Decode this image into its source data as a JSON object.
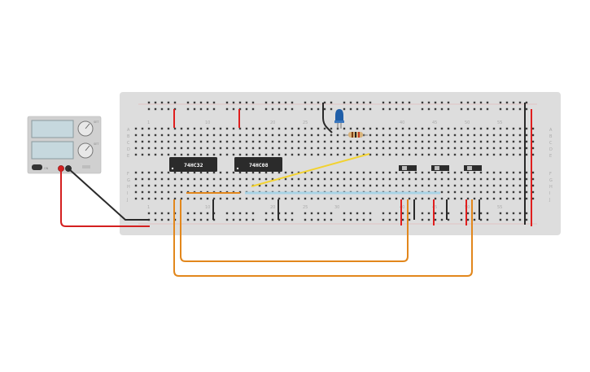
{
  "power_supply": {
    "on_label": "ON",
    "display_1": "",
    "display_2": "",
    "knob_1_label": "SET",
    "knob_2_label": "SET"
  },
  "breadboard": {
    "column_labels": [
      "1",
      "10",
      "20",
      "25",
      "30",
      "40",
      "45",
      "50",
      "55"
    ],
    "row_labels_top": [
      "A",
      "B",
      "C",
      "D",
      "E"
    ],
    "row_labels_bottom": [
      "F",
      "G",
      "H",
      "I",
      "J"
    ]
  },
  "chips": [
    {
      "label": "74HC32"
    },
    {
      "label": "74HC08"
    }
  ],
  "colors": {
    "breadboard": "#dddddd",
    "hole": "#3a3a3a",
    "rail_red": "#e01e1e",
    "wire_red": "#d42020",
    "wire_black": "#2a2a2a",
    "wire_orange": "#e2871c",
    "wire_yellow": "#f2d230",
    "wire_lightblue": "#a9d4e6",
    "led_blue": "#1f5ea8",
    "chip": "#2b2b2b"
  },
  "icons": [
    "power-supply-icon",
    "led-icon",
    "resistor-icon",
    "switch-icon",
    "chip-icon"
  ]
}
